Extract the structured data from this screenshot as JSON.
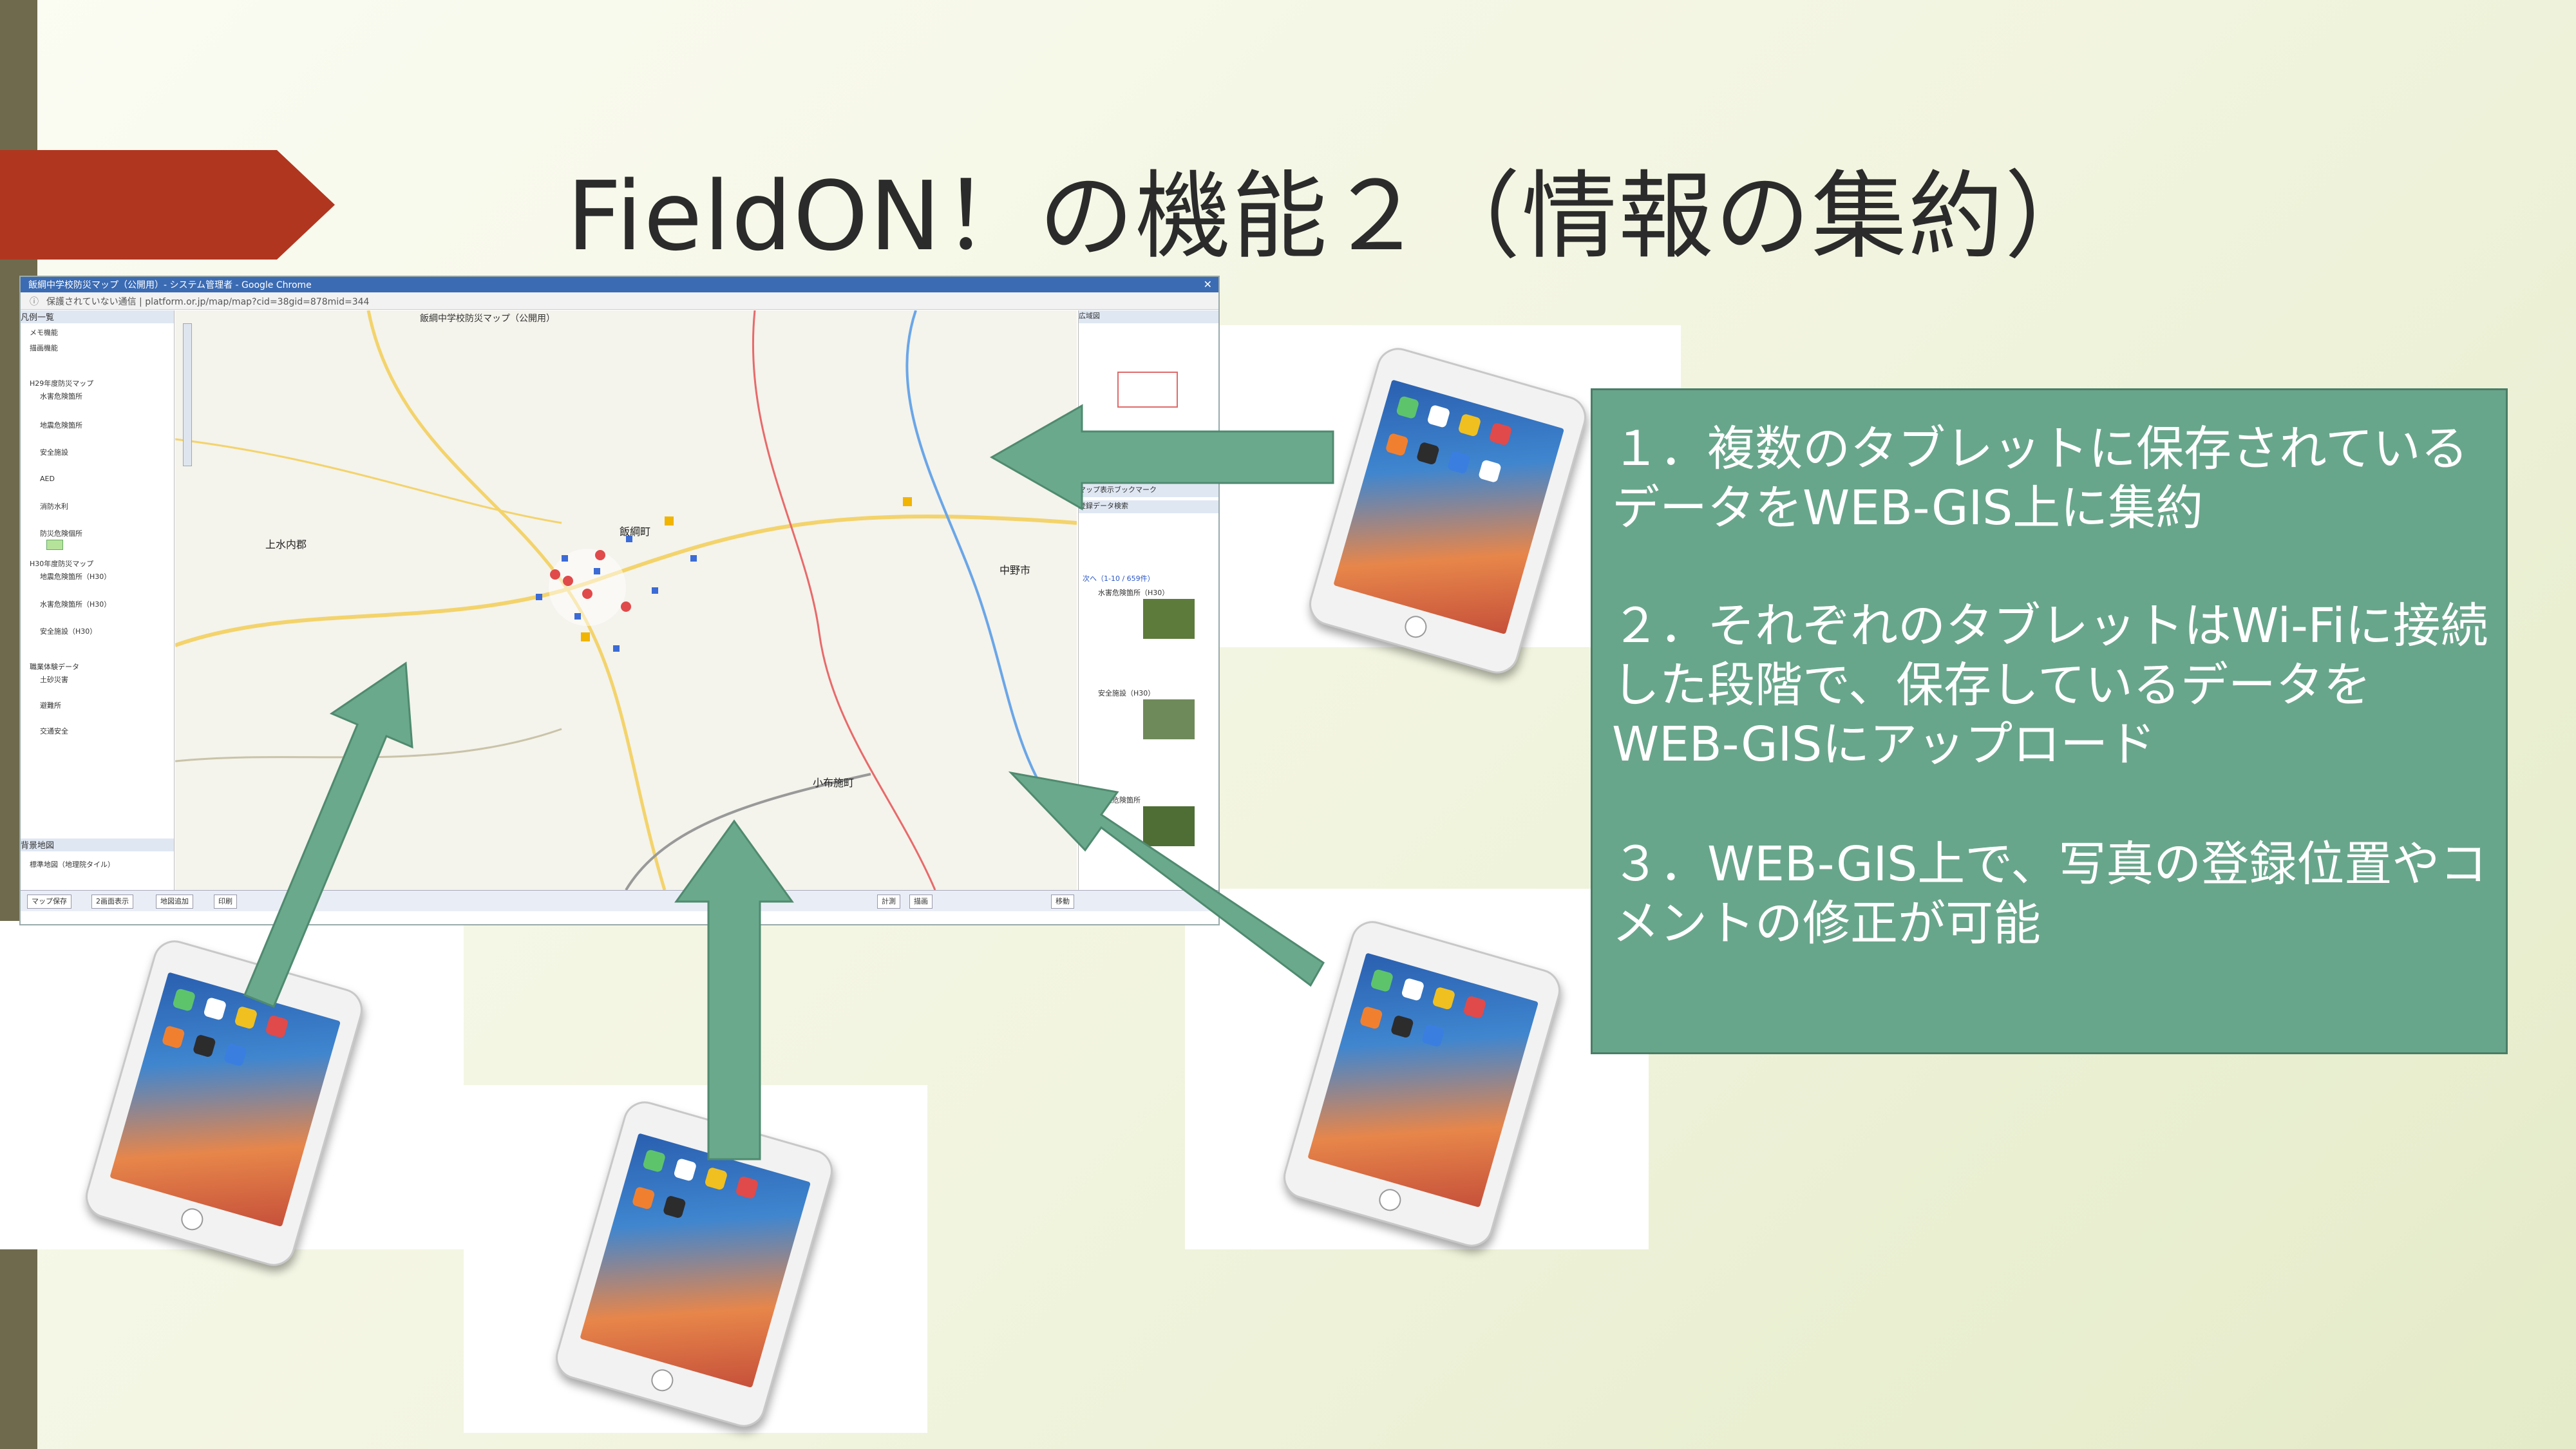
{
  "slide": {
    "title": "FieldON！の機能２（情報の集約）",
    "points": [
      "１．複数のタブレットに保存されているデータをWEB-GIS上に集約",
      "２．それぞれのタブレットはWi-Fiに接続した段階で、保存しているデータをWEB-GISにアップロード",
      "３．WEB-GIS上で、写真の登録位置やコメントの修正が可能"
    ]
  },
  "screenshot": {
    "window_title": "飯綱中学校防災マップ（公開用）- システム管理者 - Google Chrome",
    "url": "保護されていない通信 | platform.or.jp/map/map?cid=38gid=878mid=344",
    "map_title": "飯綱中学校防災マップ（公開用）",
    "legend_title": "凡例一覧",
    "legend_items": [
      "メモ機能",
      "描画機能",
      "H29年度防災マップ",
      "水害危険箇所",
      "地震危険箇所",
      "安全施設",
      "AED",
      "消防水利",
      "防災危険個所",
      "H30年度防災マップ",
      "地震危険箇所（H30）",
      "水害危険箇所（H30）",
      "安全施設（H30）",
      "職業体験データ",
      "土砂災害",
      "避難所",
      "交通安全"
    ],
    "base_map_title": "背景地図",
    "base_map_item": "標準地図（地理院タイル）",
    "cities": [
      "上水内郡",
      "飯綱町",
      "中野市",
      "小布施町"
    ],
    "right_panel": {
      "overview": "広域図",
      "bookmark": "マップ表示ブックマーク",
      "search": "登録データ検索",
      "count": "次へ（1-10 / 659件）",
      "records": [
        "水害危険箇所（H30）",
        "安全施設（H30）",
        "地震危険箇所"
      ]
    },
    "toolbar_buttons": [
      "マップ保存",
      "2画面表示",
      "地図追加",
      "印刷",
      "計測",
      "描画",
      "移動"
    ]
  },
  "colors": {
    "title_arrow": "#b1361f",
    "info_box": "#68a68b",
    "flow_arrow": "#6aa98c",
    "left_bar": "#6f6a4e"
  }
}
